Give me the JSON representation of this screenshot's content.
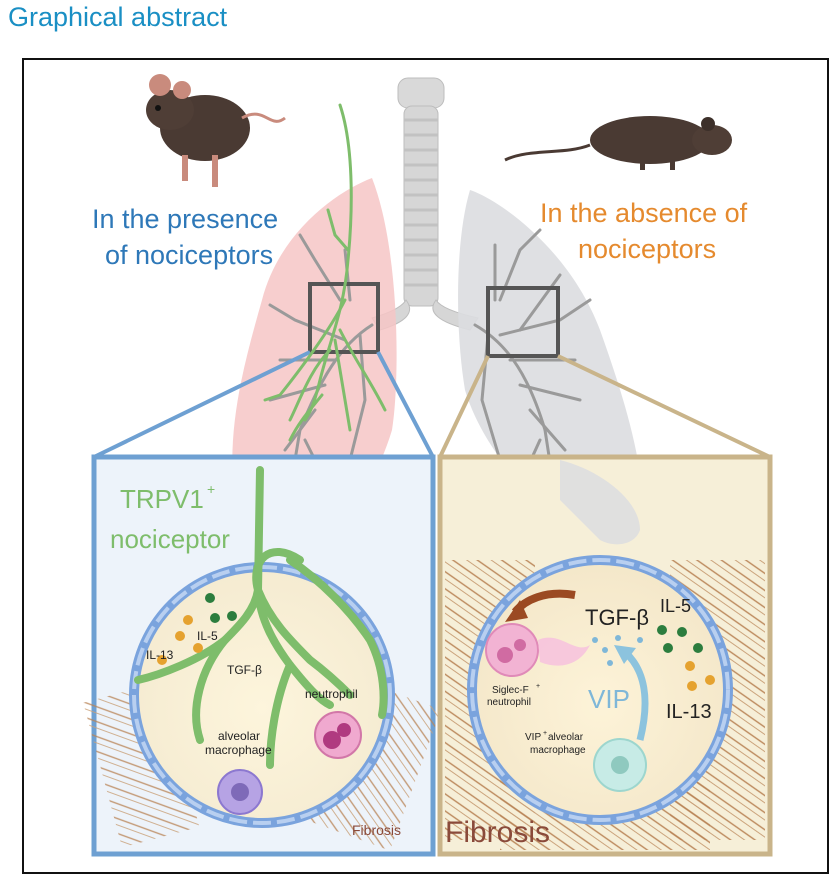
{
  "header": {
    "title": "Graphical abstract"
  },
  "left": {
    "condition_line1": "In the presence",
    "condition_line2": "of nociceptors",
    "nociceptor_line1": "TRPV1",
    "nociceptor_sup": "+",
    "nociceptor_line2": "nociceptor",
    "il13": "IL-13",
    "il5": "IL-5",
    "tgfb": "TGF-β",
    "neutrophil": "neutrophil",
    "macrophage_line1": "alveolar",
    "macrophage_line2": "macrophage",
    "fibrosis": "Fibrosis"
  },
  "right": {
    "condition_line1": "In the absence of",
    "condition_line2": "nociceptors",
    "tgfb": "TGF-β",
    "il5": "IL-5",
    "il13": "IL-13",
    "vip": "VIP",
    "siglec_line1": "Siglec-F",
    "siglec_sup": "+",
    "siglec_line2": "neutrophil",
    "macrophage_line1_a": "VIP",
    "macrophage_line1_sup": "+",
    "macrophage_line1_b": " alveolar",
    "macrophage_line2": "macrophage",
    "fibrosis": "Fibrosis"
  },
  "colors": {
    "heading": "#1a8fc4",
    "presence": "#2e78b8",
    "absence": "#e58a2e",
    "nociceptor": "#7ebd6b",
    "left_panel_border": "#6ea0d2",
    "right_panel_border": "#c9b48a",
    "fibrosis_text": "#8a4a3a",
    "vip": "#7fb7d8",
    "tgf_arrow": "#9b4a22"
  }
}
